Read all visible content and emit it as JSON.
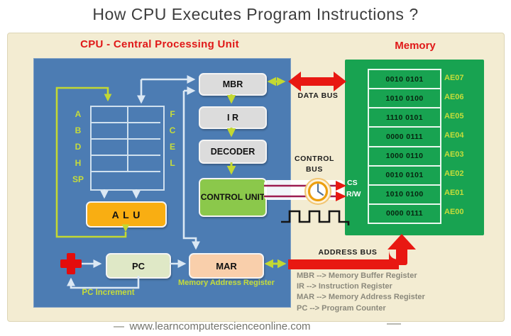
{
  "title": "How CPU Executes Program Instructions ?",
  "cpu": {
    "title": "CPU - Central Processing Unit",
    "registers": {
      "left": [
        "A",
        "B",
        "D",
        "H",
        "SP"
      ],
      "right": [
        "F",
        "C",
        "E",
        "L"
      ]
    },
    "boxes": {
      "mbr": "MBR",
      "ir": "I R",
      "decoder": "DECODER",
      "control_unit": "CONTROL UNIT",
      "alu": "A L U",
      "pc": "PC",
      "mar": "MAR"
    },
    "mar_caption": "Memory  Address  Register",
    "pc_increment": "PC  Increment"
  },
  "buses": {
    "data": "DATA  BUS",
    "control": "CONTROL BUS",
    "address": "ADDRESS  BUS"
  },
  "memory": {
    "title": "Memory",
    "signals": [
      "CS",
      "R/W"
    ],
    "rows": [
      {
        "value": "0010 0101",
        "address": "AE07"
      },
      {
        "value": "1010 0100",
        "address": "AE06"
      },
      {
        "value": "1110 0101",
        "address": "AE05"
      },
      {
        "value": "0000 0111",
        "address": "AE04"
      },
      {
        "value": "1000 0110",
        "address": "AE03"
      },
      {
        "value": "0010 0101",
        "address": "AE02"
      },
      {
        "value": "1010 0100",
        "address": "AE01"
      },
      {
        "value": "0000 0111",
        "address": "AE00"
      }
    ]
  },
  "legend": [
    "MBR --> Memory Buffer Register",
    "IR  -->  Instruction Register",
    "MAR  -->  Memory  Address  Register",
    "PC -->  Program  Counter"
  ],
  "footer": "www.learncomputerscienceonline.com",
  "colors": {
    "panel-beige": "#f3ecd2",
    "cpu-blue": "#4c7cb3",
    "memory-green": "#18a351",
    "bus-red": "#e81812",
    "maroon-line": "#9c1d50",
    "lime": "#c6dc3a",
    "box-gray": "#dcdcdc",
    "control-green": "#8bc84b",
    "alu-orange": "#f9ae12",
    "pc-green": "#dfe8c6",
    "mar-peach": "#f9cfab",
    "title-red": "#e01818",
    "legend-gray": "#8b897c",
    "white-arrow": "#dbe8f4"
  }
}
